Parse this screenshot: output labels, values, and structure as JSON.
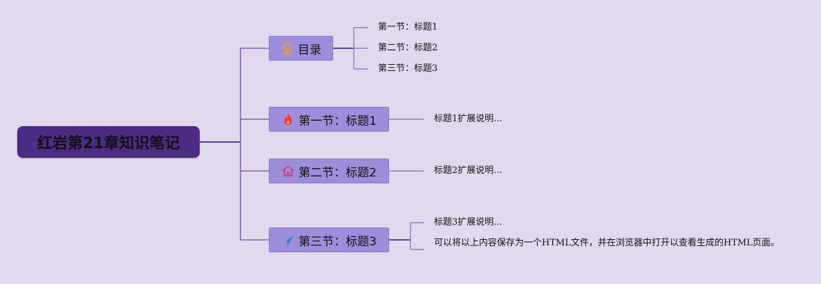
{
  "root": {
    "title": "红岩第21章知识笔记"
  },
  "branches": [
    {
      "label": "目录",
      "icon": "award-ribbon-icon",
      "children": [
        "第一节：标题1",
        "第二节：标题2",
        "第三节：标题3"
      ]
    },
    {
      "label": "第一节：标题1",
      "icon": "fire-icon",
      "children": [
        "标题1扩展说明..."
      ]
    },
    {
      "label": "第二节：标题2",
      "icon": "home-icon",
      "children": [
        "标题2扩展说明..."
      ]
    },
    {
      "label": "第三节：标题3",
      "icon": "paper-plane-icon",
      "children": [
        "标题3扩展说明...",
        "可以将以上内容保存为一个HTML文件，并在浏览器中打开以查看生成的HTML页面。"
      ]
    }
  ],
  "colors": {
    "background": "#e3d9ee",
    "root_fill": "#4b2b84",
    "branch_fill": "#9d8ddb",
    "branch_border": "#8878c8",
    "connector": "#5a3d94",
    "leaf_connector": "#8c7cc0"
  }
}
